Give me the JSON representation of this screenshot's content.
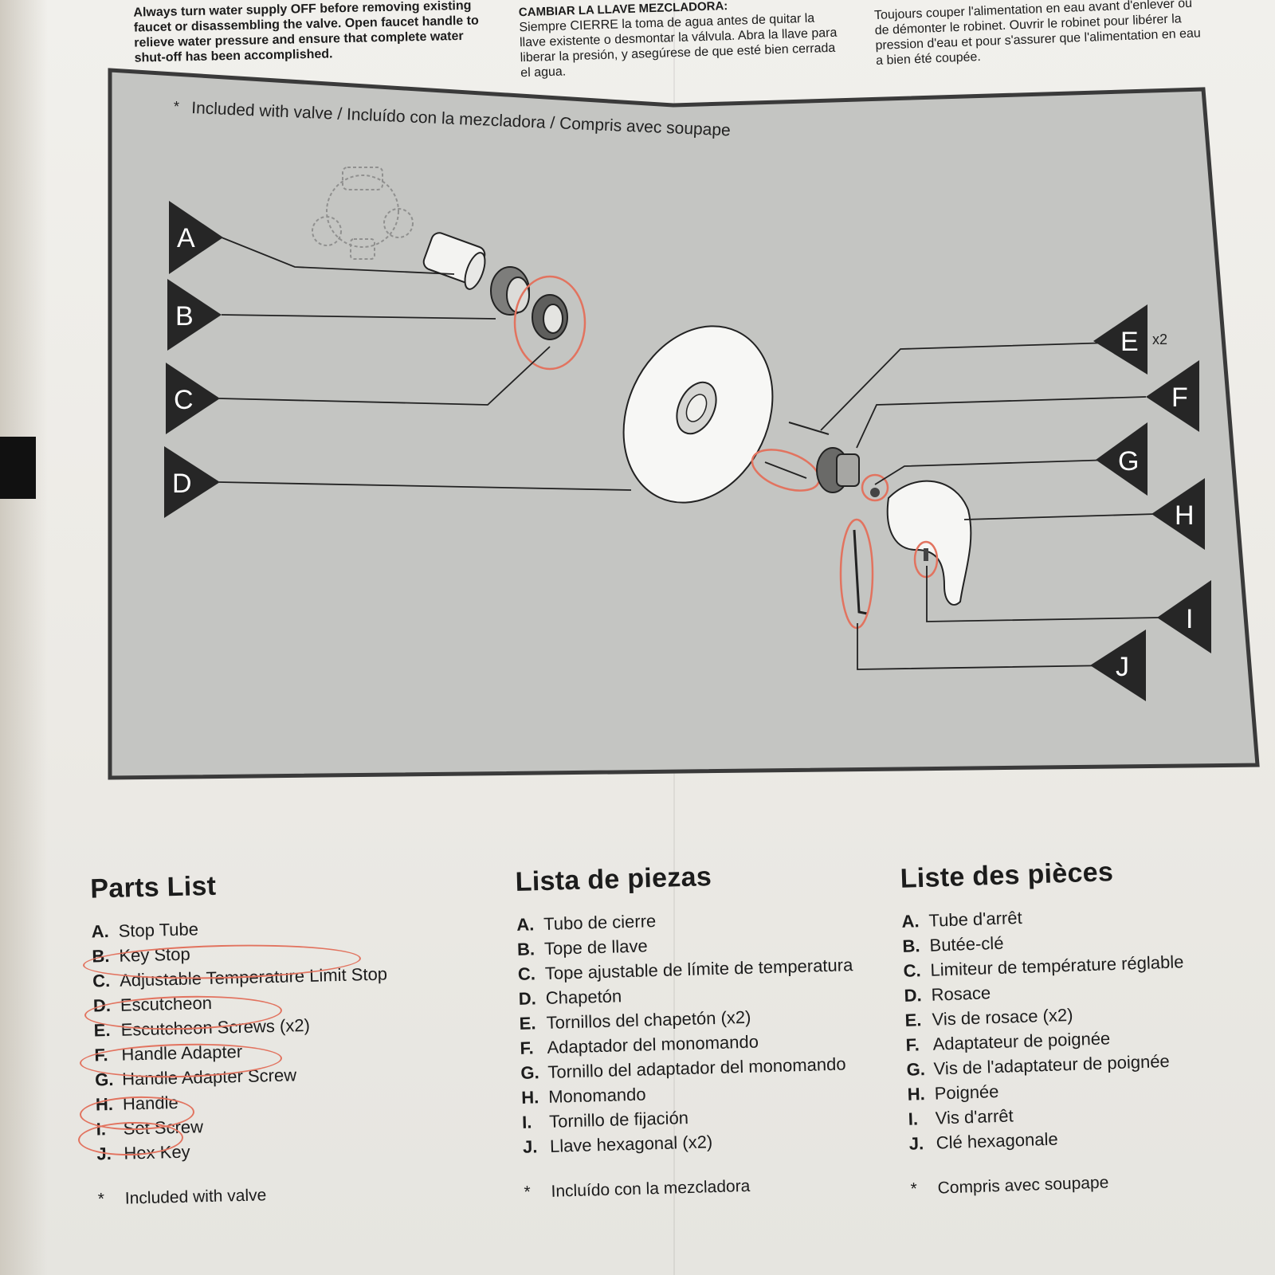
{
  "warnings": {
    "en": {
      "text": "Always turn water supply OFF before removing existing faucet or disassembling the valve. Open faucet handle to relieve water pressure and ensure that complete water shut-off has been accomplished."
    },
    "es": {
      "heading": "CAMBIAR LA LLAVE MEZCLADORA:",
      "text": "Siempre CIERRE la toma de agua antes de quitar la llave existente o desmontar la válvula. Abra la llave para liberar la presión, y asegúrese de que esté bien cerrada el agua."
    },
    "fr": {
      "text": "Toujours couper l'alimentation en eau avant d'enlever ou de démonter le robinet. Ouvrir le robinet pour libérer la pression d'eau et pour s'assurer que l'alimentation en eau a bien été coupée."
    }
  },
  "diagram": {
    "caption": "Included with valve / Incluído con la mezcladora / Compris avec soupape",
    "caption_star": "*",
    "labels_left": [
      "A",
      "B",
      "C",
      "D"
    ],
    "labels_right": [
      "E",
      "F",
      "G",
      "H",
      "I",
      "J"
    ],
    "e_quantity": "x2"
  },
  "parts_list": {
    "en": {
      "title": "Parts List",
      "items": [
        {
          "letter": "A.",
          "name": "Stop Tube"
        },
        {
          "letter": "B.",
          "name": "Key Stop"
        },
        {
          "letter": "C.",
          "name": "Adjustable Temperature Limit Stop"
        },
        {
          "letter": "D.",
          "name": "Escutcheon"
        },
        {
          "letter": "E.",
          "name": "Escutcheon Screws (x2)"
        },
        {
          "letter": "F.",
          "name": "Handle Adapter"
        },
        {
          "letter": "G.",
          "name": "Handle Adapter Screw"
        },
        {
          "letter": "H.",
          "name": "Handle"
        },
        {
          "letter": "I.",
          "name": "Set Screw"
        },
        {
          "letter": "J.",
          "name": "Hex Key"
        }
      ],
      "note_star": "*",
      "note": "Included with valve"
    },
    "es": {
      "title": "Lista de piezas",
      "items": [
        {
          "letter": "A.",
          "name": "Tubo de cierre"
        },
        {
          "letter": "B.",
          "name": "Tope de llave"
        },
        {
          "letter": "C.",
          "name": "Tope ajustable de límite de temperatura"
        },
        {
          "letter": "D.",
          "name": "Chapetón"
        },
        {
          "letter": "E.",
          "name": "Tornillos del chapetón (x2)"
        },
        {
          "letter": "F.",
          "name": "Adaptador del monomando"
        },
        {
          "letter": "G.",
          "name": "Tornillo del adaptador del monomando"
        },
        {
          "letter": "H.",
          "name": "Monomando"
        },
        {
          "letter": "I.",
          "name": "Tornillo de fijación"
        },
        {
          "letter": "J.",
          "name": "Llave hexagonal (x2)"
        }
      ],
      "note_star": "*",
      "note": "Incluído con la mezcladora"
    },
    "fr": {
      "title": "Liste des pièces",
      "items": [
        {
          "letter": "A.",
          "name": "Tube d'arrêt"
        },
        {
          "letter": "B.",
          "name": "Butée-clé"
        },
        {
          "letter": "C.",
          "name": "Limiteur de température réglable"
        },
        {
          "letter": "D.",
          "name": "Rosace"
        },
        {
          "letter": "E.",
          "name": "Vis de rosace (x2)"
        },
        {
          "letter": "F.",
          "name": "Adaptateur de poignée"
        },
        {
          "letter": "G.",
          "name": "Vis de l'adaptateur de poignée"
        },
        {
          "letter": "H.",
          "name": "Poignée"
        },
        {
          "letter": "I.",
          "name": "Vis d'arrêt"
        },
        {
          "letter": "J.",
          "name": "Clé hexagonale"
        }
      ],
      "note_star": "*",
      "note": "Compris avec soupape"
    }
  },
  "colors": {
    "diagram_bg": "#c4c5c2",
    "frame": "#3a3a3a",
    "label_fill": "#262626",
    "pen_circle": "#e2735f"
  }
}
